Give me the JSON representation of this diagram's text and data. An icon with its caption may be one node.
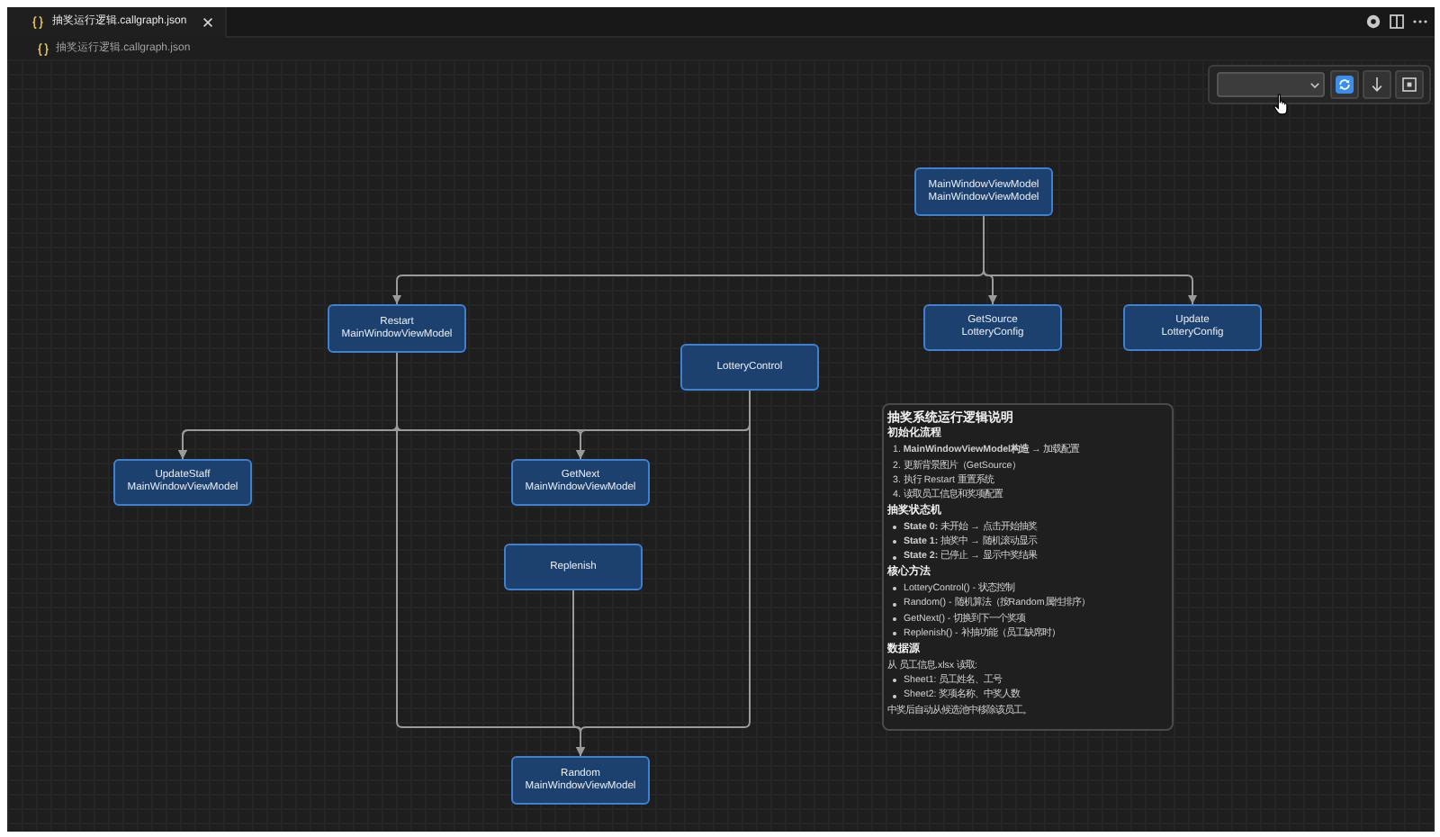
{
  "diagram": {
    "nodes": [
      {
        "text": [
          "MainWindowViewModel",
          "MainWindowViewModel"
        ]
      },
      {
        "text": [
          "Restart",
          "MainWindowViewModel"
        ]
      },
      {
        "text": [
          "GetSource",
          "LotteryConfig"
        ]
      },
      {
        "text": [
          "Update",
          "LotteryConfig"
        ]
      },
      {
        "text": [
          "LotteryControl"
        ]
      },
      {
        "text": [
          "UpdateStaff",
          "MainWindowViewModel"
        ]
      },
      {
        "text": [
          "GetNext",
          "MainWindowViewModel"
        ]
      },
      {
        "text": [
          "Replenish"
        ]
      },
      {
        "text": [
          "Random",
          "MainWindowViewModel"
        ]
      },
      {
        "text": [
          "抽奖系统运行逻辑说明",
          "初始化流程",
          "1. **MainWindowViewModel构造** → 加载配置",
          "2. 更新背景图片（GetSource）",
          "3. 执行 Restart 重置系统",
          "4. 读取员工信息和奖项配置",
          "抽奖状态机",
          "**State 0:** 未开始 → 点击开始抽奖",
          "**State 1:** 抽奖中 → 随机滚动显示",
          "**State 2:** 已停止 → 显示中奖结果",
          "核心方法",
          "LotteryControl() - 状态控制",
          "Random() - 随机算法（按Random属性排序）",
          "GetNext() - 切换到下一个奖项",
          "Replenish() - 补抽功能（员工缺席时）",
          "数据源",
          "从 员工信息.xlsx 读取:",
          "Sheet1: 员工姓名、工号",
          "Sheet2: 奖项名称、中奖人数",
          "中奖后自动从候选池中移除该员工。"
        ]
      }
    ],
    "edges": [
      {
        "from": 0,
        "to": 1,
        "arrow": "to"
      },
      {
        "from": 0,
        "to": 2,
        "arrow": "to"
      },
      {
        "from": 0,
        "to": 3,
        "arrow": "to"
      },
      {
        "from": 1,
        "to": 5,
        "arrow": "to"
      },
      {
        "from": 1,
        "to": 6,
        "arrow": "to"
      },
      {
        "from": 4,
        "to": 5,
        "arrow": "to"
      },
      {
        "from": 4,
        "to": 6,
        "arrow": "to"
      },
      {
        "from": 1,
        "to": 8,
        "arrow": "to"
      },
      {
        "from": 4,
        "to": 8,
        "arrow": "to"
      },
      {
        "from": 7,
        "to": 8,
        "arrow": "to"
      }
    ],
    "labels": [
      "抽奖运行逻辑.callgraph.json",
      "抽奖运行逻辑.callgraph.json"
    ]
  }
}
